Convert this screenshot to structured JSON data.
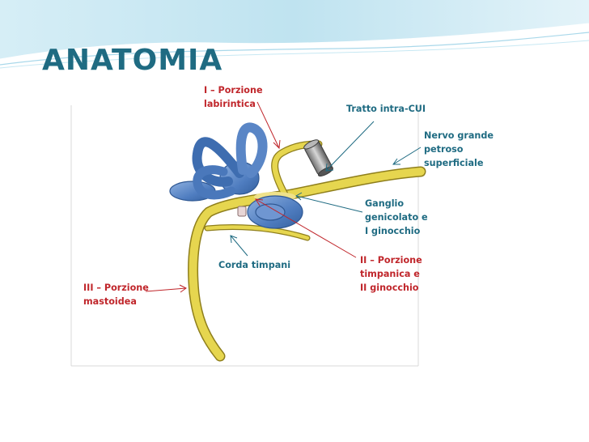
{
  "slide": {
    "title": "ANATOMIA"
  },
  "colors": {
    "title": "#1f6b82",
    "header_band": "#cfe9f3",
    "nerve": "#e6d64f",
    "labyrinth": "#5a86c6",
    "label_red": "#c0262b",
    "label_blue": "#1f6b82"
  },
  "labels": {
    "porzione_labirintica": [
      "I – Porzione",
      "labirintica"
    ],
    "tratto_intra_cui": [
      "Tratto intra-CUI"
    ],
    "nervo_grande_petroso": [
      "Nervo grande",
      "petroso",
      "superficiale"
    ],
    "ganglio_genicolato": [
      "Ganglio",
      "genicolato e",
      "I ginocchio"
    ],
    "corda_timpani": [
      "Corda timpani"
    ],
    "porzione_timpanica": [
      "II – Porzione",
      "timpanica e",
      "II ginocchio"
    ],
    "porzione_mastoidea": [
      "III – Porzione",
      "mastoidea"
    ]
  }
}
